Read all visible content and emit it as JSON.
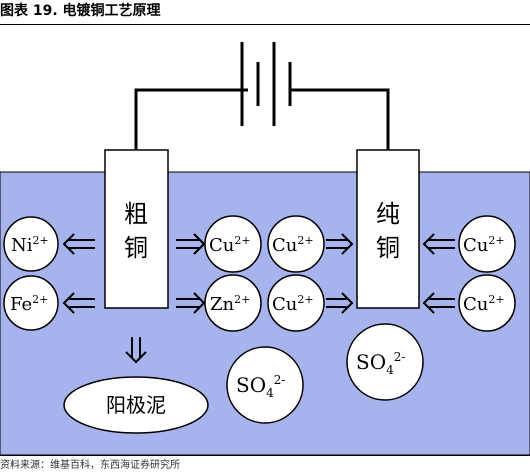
{
  "figure": {
    "title": "图表 19. 电镀铜工艺原理",
    "source": "资料来源：维基百科，东西海证券研究所"
  },
  "diagram": {
    "anode": {
      "label_line1": "粗",
      "label_line2": "铜"
    },
    "cathode": {
      "label_line1": "纯",
      "label_line2": "铜"
    },
    "anode_slime": "阳极泥",
    "ions": {
      "ni": {
        "base": "Ni",
        "charge": "2+"
      },
      "fe": {
        "base": "Fe",
        "charge": "2+"
      },
      "cu_a1": {
        "base": "Cu",
        "charge": "2+"
      },
      "zn": {
        "base": "Zn",
        "charge": "2+"
      },
      "cu_m1": {
        "base": "Cu",
        "charge": "2+"
      },
      "cu_m2": {
        "base": "Cu",
        "charge": "2+"
      },
      "cu_r1": {
        "base": "Cu",
        "charge": "2+"
      },
      "cu_r2": {
        "base": "Cu",
        "charge": "2+"
      },
      "so4_left": {
        "base": "SO",
        "sub": "4",
        "charge": "2-"
      },
      "so4_right": {
        "base": "SO",
        "sub": "4",
        "charge": "2-"
      }
    },
    "colors": {
      "electrolyte": "#a7b3ec",
      "electrode": "#ffffff",
      "ion_circle": "#ffffff",
      "stroke": "#000000"
    }
  }
}
